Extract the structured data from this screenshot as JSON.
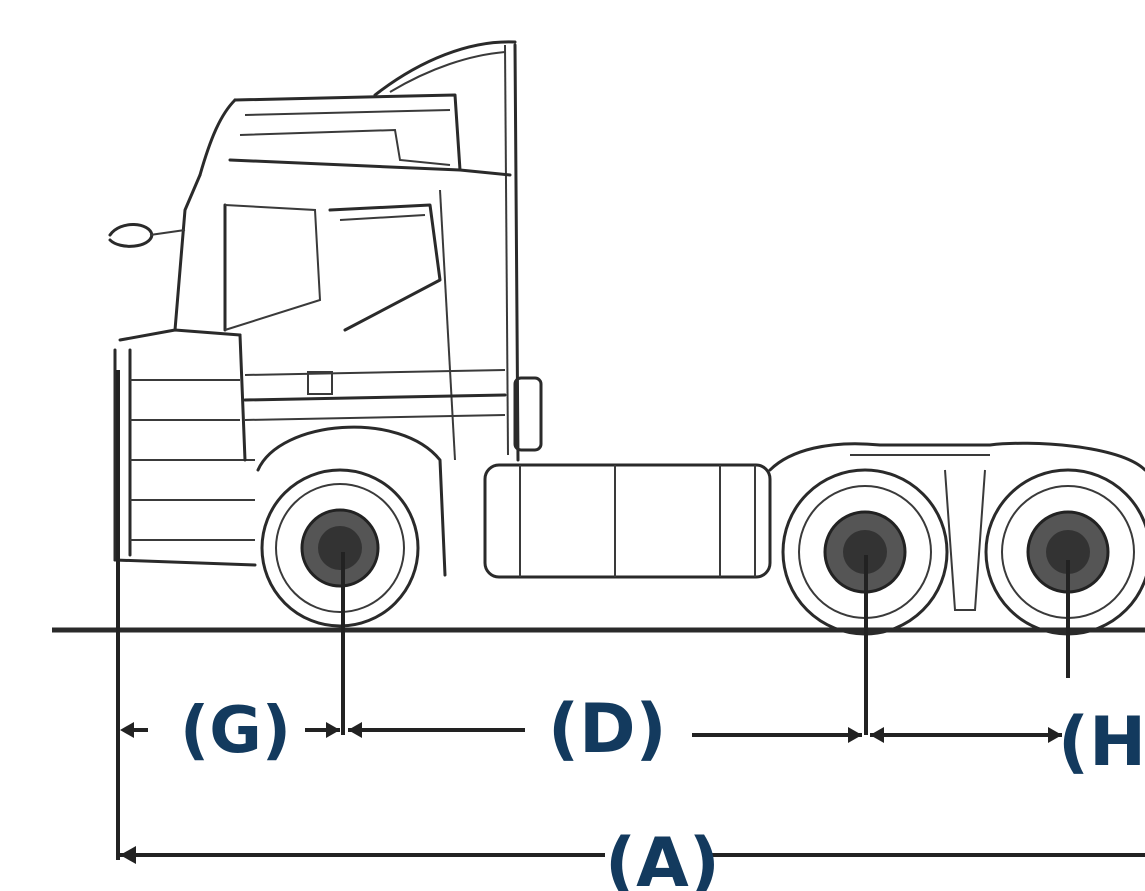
{
  "diagram": {
    "labels": {
      "g": "(G)",
      "d": "(D)",
      "h": "(H",
      "a": "(A)"
    },
    "colors": {
      "label": "#133a5e",
      "line": "#222222",
      "background": "#ffffff"
    }
  }
}
